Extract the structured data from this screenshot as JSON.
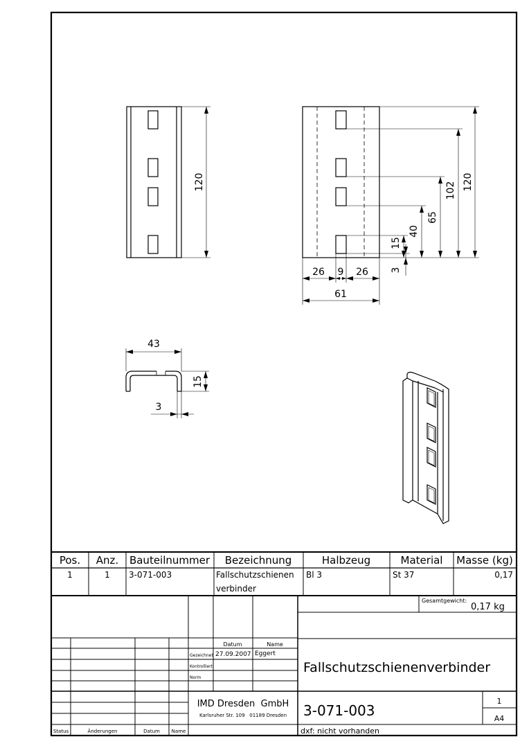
{
  "dimensions": {
    "front_height": "120",
    "side_102": "102",
    "side_120": "120",
    "side_65": "65",
    "side_40": "40",
    "side_15": "15",
    "side_3": "3",
    "width_26_left": "26",
    "width_9": "9",
    "width_26_right": "26",
    "width_61": "61",
    "profile_43": "43",
    "profile_15": "15",
    "profile_3": "3"
  },
  "parts_header": {
    "pos": "Pos.",
    "anz": "Anz.",
    "bauteilnummer": "Bauteilnummer",
    "bezeichnung": "Bezeichnung",
    "halbzeug": "Halbzeug",
    "material": "Material",
    "masse": "Masse (kg)"
  },
  "parts_rows": [
    {
      "pos": "1",
      "anz": "1",
      "bauteilnummer": "3-071-003",
      "bezeichnung_line1": "Fallschutzschienen",
      "bezeichnung_line2": "verbinder",
      "halbzeug": "Bl 3",
      "material": "St 37",
      "masse": "0,17"
    }
  ],
  "title_block": {
    "gesamtgewicht_label": "Gesamtgewicht:",
    "gesamtgewicht_value": "0,17 kg",
    "datum_label": "Datum",
    "name_label": "Name",
    "gezeichnet_label": "Gezeichnet",
    "gezeichnet_datum": "27.09.2007",
    "gezeichnet_name": "Eggert",
    "kontrolliert_label": "Kontrolliert",
    "norm_label": "Norm",
    "title": "Fallschutzschienenverbinder",
    "company": "IMD Dresden  GmbH",
    "address": "Karlsruher Str. 109   01189 Dresden",
    "drawing_number": "3-071-003",
    "sheet": "1",
    "format": "A4",
    "dxf_note": "dxf: nicht vorhanden",
    "status_label": "Status",
    "aenderungen_label": "Änderungen",
    "datum_col_label": "Datum",
    "name_col_label": "Name"
  }
}
